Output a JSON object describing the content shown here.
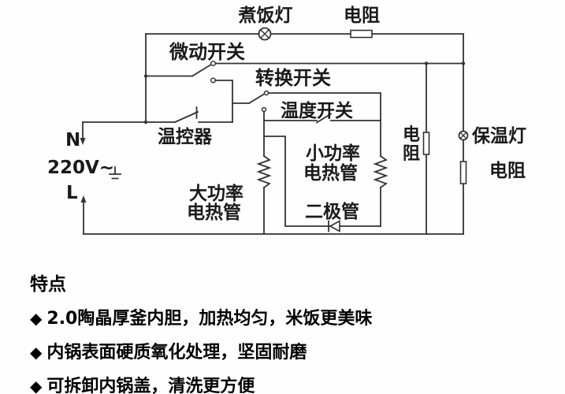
{
  "schematic": {
    "labels": {
      "cook_lamp": "煮饭灯",
      "top_resistor": "电阻",
      "micro_switch": "微动开关",
      "transfer_switch": "转换开关",
      "temp_switch": "温度开关",
      "thermostat": "温控器",
      "neutral": "N",
      "voltage": "220V~",
      "live": "L",
      "high_power_1": "大功率",
      "high_power_2": "电热管",
      "low_power_1": "小功率",
      "low_power_2": "电热管",
      "diode": "二极管",
      "mid_resistor_1": "电",
      "mid_resistor_2": "阻",
      "warm_lamp": "保温灯",
      "right_resistor": "电阻"
    },
    "line_color": "#333333"
  },
  "features": {
    "heading": "特点",
    "bullet": "◆",
    "items": [
      "2.0陶晶厚釜内胆，加热均匀，米饭更美味",
      "内锅表面硬质氧化处理，坚固耐磨",
      "可拆卸内锅盖，清洗更方便"
    ]
  }
}
